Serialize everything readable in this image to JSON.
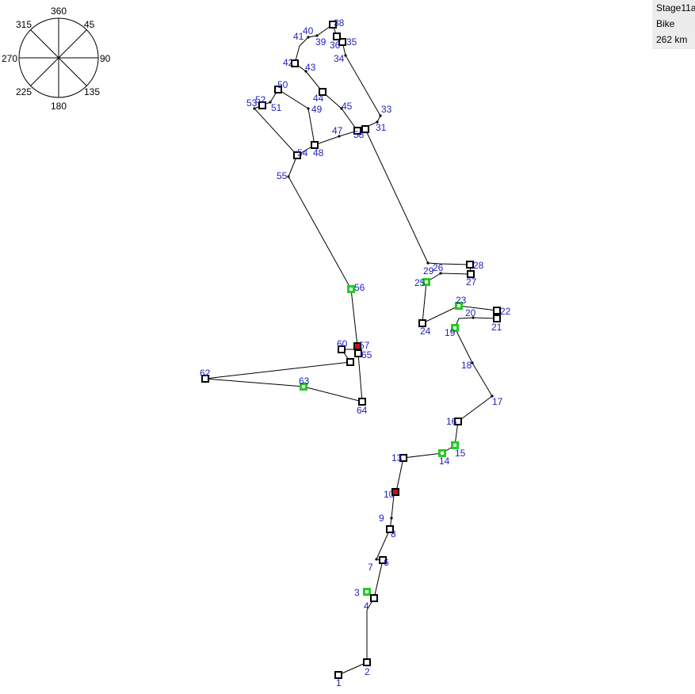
{
  "compass": {
    "labels": [
      "360",
      "45",
      "90",
      "135",
      "180",
      "225",
      "270",
      "315"
    ]
  },
  "info": {
    "stage": "Stage11a",
    "mode": "Bike",
    "distance": "262 km"
  },
  "colors": {
    "route": "#000000",
    "label": "#1f1fbf",
    "green": "#22cc22",
    "red": "#cc1111"
  },
  "labels": [
    "1",
    "2",
    "3",
    "4",
    "6",
    "7",
    "8",
    "9",
    "10",
    "13",
    "14",
    "15",
    "16",
    "17",
    "18",
    "19",
    "20",
    "21",
    "22",
    "23",
    "24",
    "25",
    "26",
    "27",
    "28",
    "29",
    "31",
    "33",
    "34",
    "35",
    "36",
    "38",
    "39",
    "40",
    "41",
    "42",
    "43",
    "44",
    "45",
    "47",
    "48",
    "49",
    "50",
    "51",
    "52",
    "53",
    "54",
    "55",
    "56",
    "57",
    "58",
    "60",
    "62",
    "63",
    "64",
    "65"
  ]
}
